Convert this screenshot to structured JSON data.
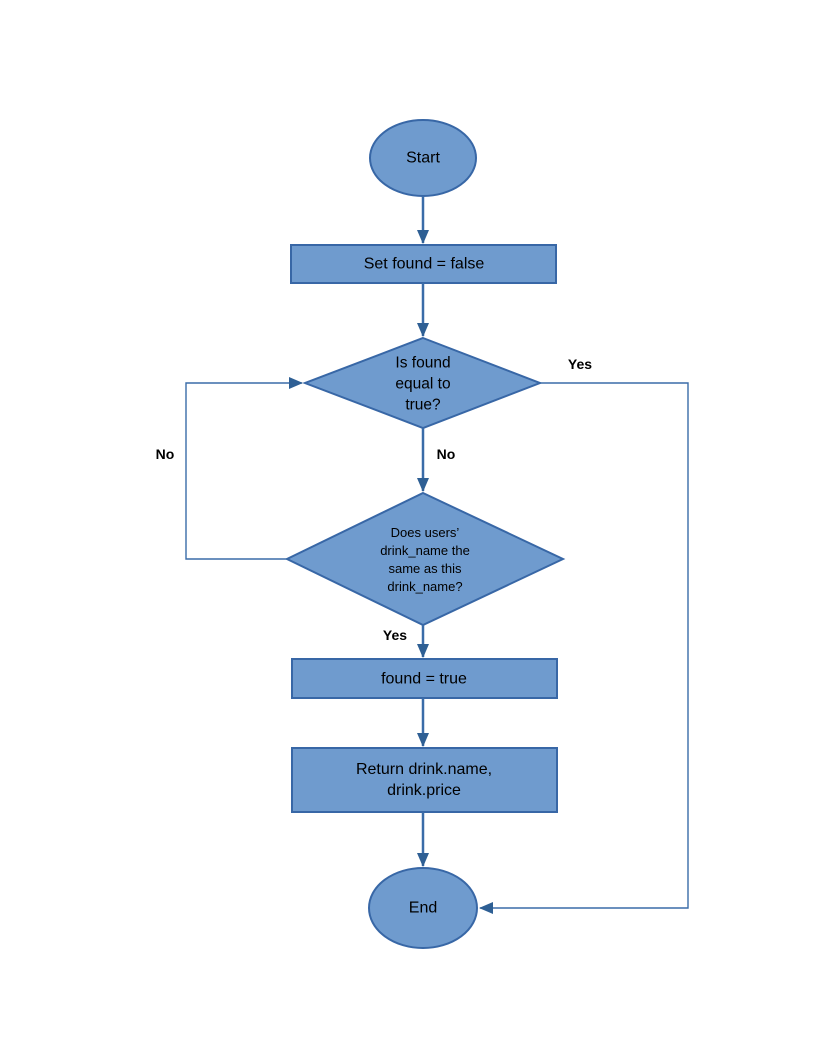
{
  "diagram": {
    "nodes": {
      "start": {
        "type": "terminator",
        "label": "Start"
      },
      "set_found": {
        "type": "process",
        "label": "Set found = false"
      },
      "check_found": {
        "type": "decision",
        "label": "Is found\nequal to\ntrue?"
      },
      "check_drink": {
        "type": "decision",
        "label": "Does users’\ndrink_name the\nsame as this\ndrink_name?"
      },
      "found_true": {
        "type": "process",
        "label": "found = true"
      },
      "return_drink": {
        "type": "process",
        "label": "Return drink.name,\ndrink.price"
      },
      "end": {
        "type": "terminator",
        "label": "End"
      }
    },
    "edge_labels": {
      "check_found_yes": "Yes",
      "check_found_no": "No",
      "check_drink_no": "No",
      "check_drink_yes": "Yes"
    },
    "colors": {
      "node_fill": "#6F9BCE",
      "node_border": "#3867A6",
      "connector": "#3A6CA8",
      "arrowhead": "#2E5F94",
      "label_text": "#000000"
    }
  }
}
